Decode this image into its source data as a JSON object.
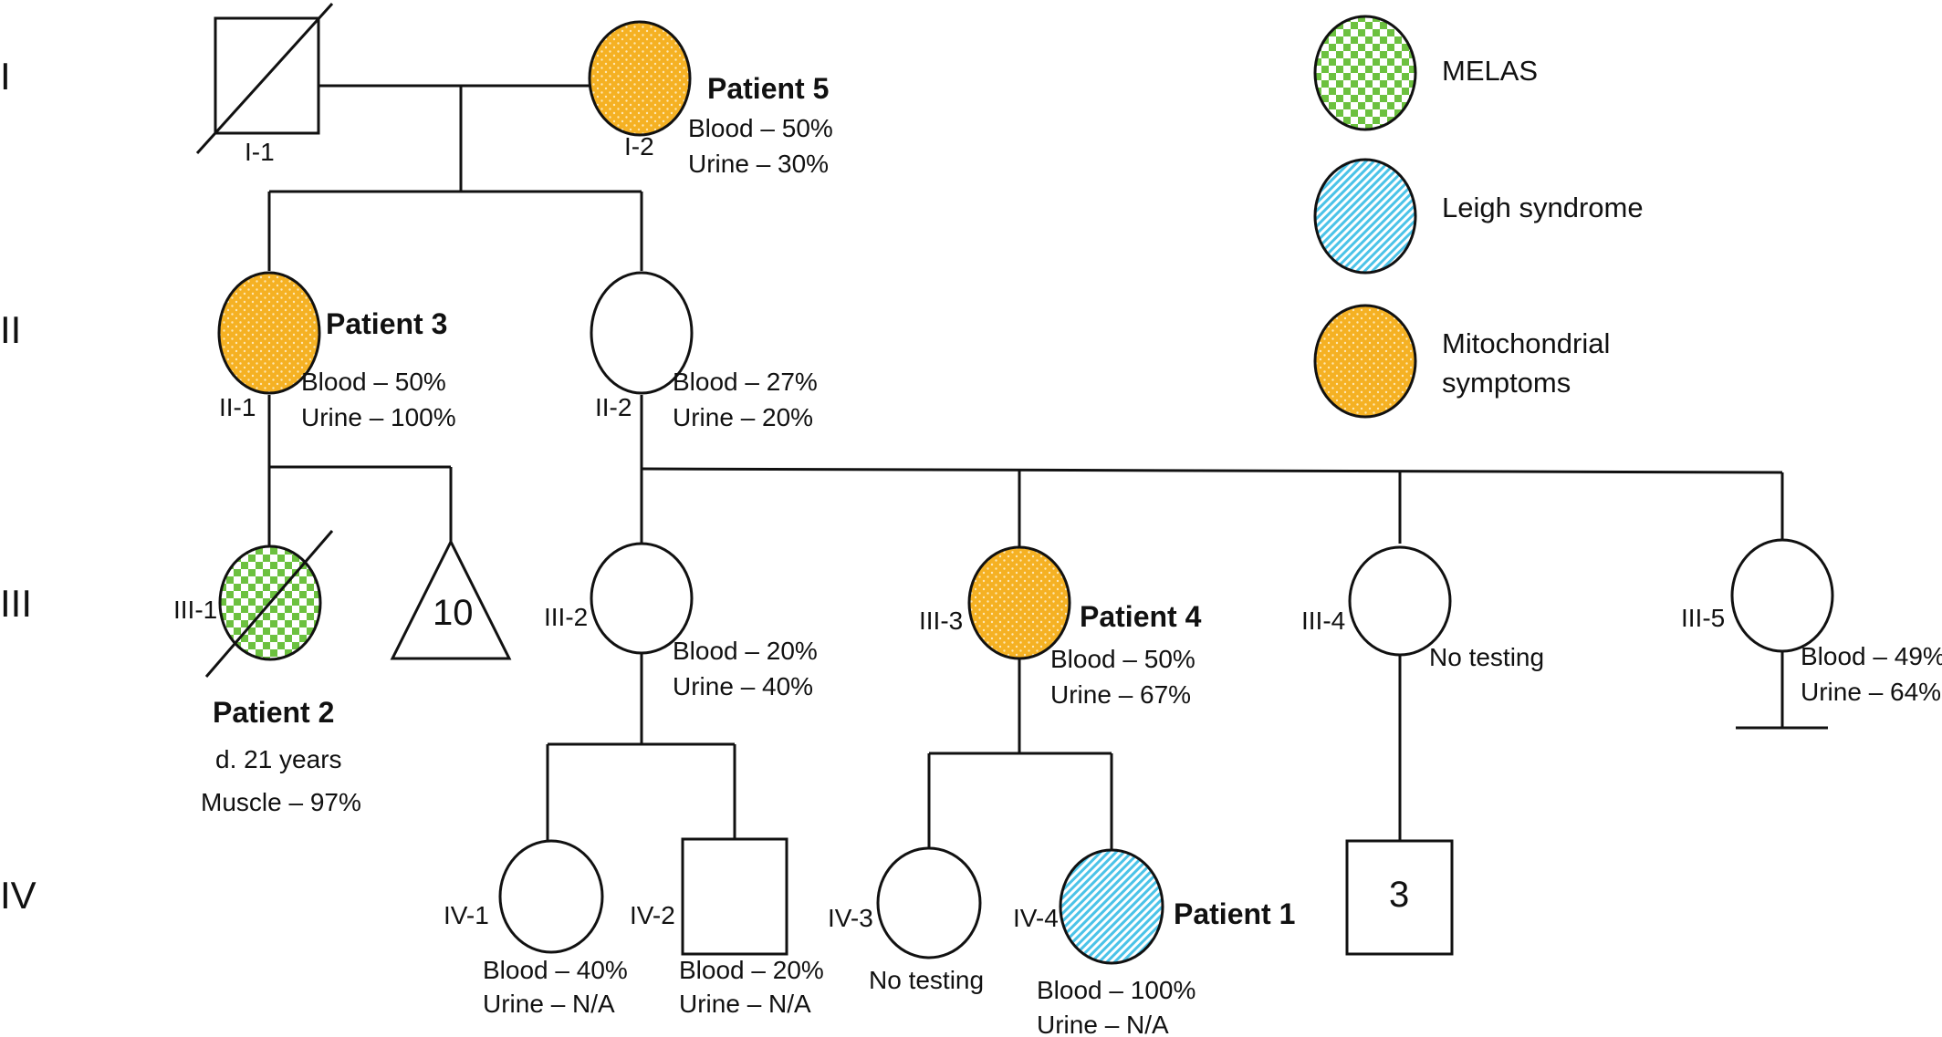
{
  "colors": {
    "mitochondrial": "#f5b123",
    "melas_green": "#6cc13f",
    "leigh_blue": "#4bc3e8",
    "line": "#111111"
  },
  "generations": [
    "I",
    "II",
    "III",
    "IV"
  ],
  "legend": [
    {
      "label_lines": [
        "MELAS"
      ],
      "pattern": "checker-green"
    },
    {
      "label_lines": [
        "Leigh syndrome"
      ],
      "pattern": "hatch-blue"
    },
    {
      "label_lines": [
        "Mitochondrial",
        "symptoms"
      ],
      "pattern": "dots-orange"
    }
  ],
  "individuals": {
    "I_1": {
      "id": "I-1",
      "lines": []
    },
    "I_2": {
      "id": "I-2",
      "patient": "Patient 5",
      "lines": [
        "Blood – 50%",
        "Urine – 30%"
      ]
    },
    "II_1": {
      "id": "II-1",
      "patient": "Patient 3",
      "lines": [
        "Blood – 50%",
        "Urine – 100%"
      ]
    },
    "II_2": {
      "id": "II-2",
      "lines": [
        "Blood – 27%",
        "Urine – 20%"
      ]
    },
    "III_1": {
      "id": "III-1",
      "patient": "Patient 2",
      "lines": [
        "d. 21 years",
        "Muscle – 97%"
      ]
    },
    "III_group": {
      "count": "10"
    },
    "III_2": {
      "id": "III-2",
      "lines": [
        "Blood – 20%",
        "Urine – 40%"
      ]
    },
    "III_3": {
      "id": "III-3",
      "patient": "Patient 4",
      "lines": [
        "Blood – 50%",
        "Urine – 67%"
      ]
    },
    "III_4": {
      "id": "III-4",
      "lines": [
        "No testing"
      ]
    },
    "III_5": {
      "id": "III-5",
      "lines": [
        "Blood – 49%",
        "Urine – 64%"
      ]
    },
    "IV_1": {
      "id": "IV-1",
      "lines": [
        "Blood – 40%",
        "Urine – N/A"
      ]
    },
    "IV_2": {
      "id": "IV-2",
      "lines": [
        "Blood – 20%",
        "Urine – N/A"
      ]
    },
    "IV_3": {
      "id": "IV-3",
      "lines": [
        "No testing"
      ]
    },
    "IV_4": {
      "id": "IV-4",
      "patient": "Patient 1",
      "lines": [
        "Blood – 100%",
        "Urine – N/A"
      ]
    },
    "IV_group": {
      "count": "3"
    }
  }
}
